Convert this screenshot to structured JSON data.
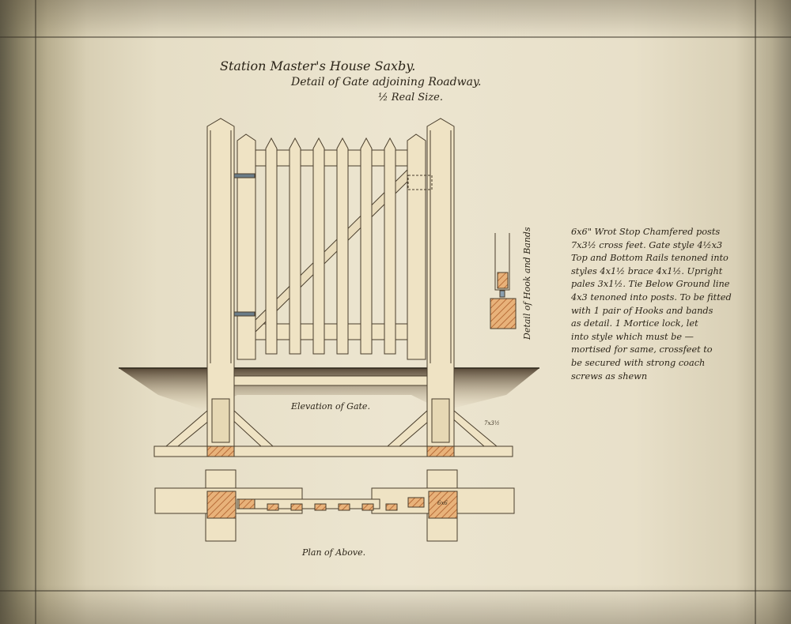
{
  "title": {
    "line1": "Station Master's House Saxby.",
    "line2": "Detail of Gate adjoining Roadway.",
    "line3": "½ Real Size."
  },
  "captions": {
    "elevation": "Elevation of Gate.",
    "plan": "Plan of Above.",
    "hook_detail": "Detail of Hook and Bands"
  },
  "dimensions": {
    "post_section": "6x6",
    "crossfeet": "7x3½"
  },
  "specification": [
    "6x6\" Wrot Stop Chamfered posts",
    "7x3½ cross feet. Gate style 4½x3",
    "Top and Bottom Rails tenoned into",
    "styles 4x1½ brace 4x1½. Upright",
    "pales 3x1½. Tie Below Ground line",
    "4x3 tenoned into posts. To be fitted",
    "with 1 pair of Hooks and bands",
    "as detail. 1 Mortice lock, let",
    "into style which must be —",
    "mortised for same, crossfeet to",
    "be secured with strong coach",
    "screws as shewn"
  ],
  "colors": {
    "paper": "#ece5d0",
    "timber": "#efe3c4",
    "section": "#e0a868",
    "ink": "#2b2418",
    "ground": "#5a4530"
  }
}
